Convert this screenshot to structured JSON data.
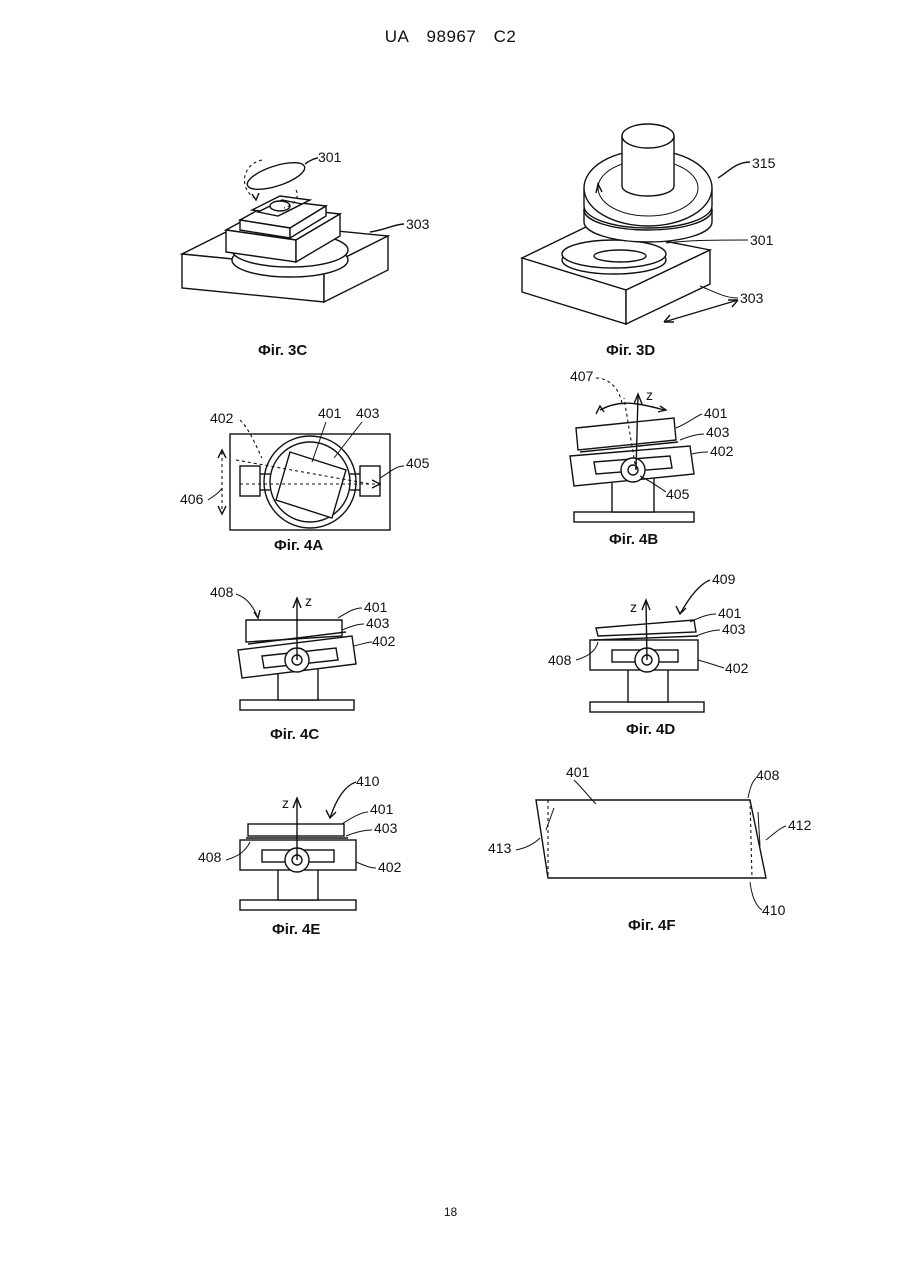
{
  "header": {
    "office": "UA",
    "number": "98967",
    "kind": "C2"
  },
  "page_number": "18",
  "figures": {
    "fig3c": {
      "caption": "Фіг. 3С",
      "labels": {
        "l301": "301",
        "l303": "303"
      }
    },
    "fig3d": {
      "caption": "Фіг. 3D",
      "labels": {
        "l315": "315",
        "l301": "301",
        "l303": "303"
      }
    },
    "fig4a": {
      "caption": "Фіг. 4А",
      "labels": {
        "l402": "402",
        "l401": "401",
        "l403": "403",
        "l405": "405",
        "l406": "406"
      }
    },
    "fig4b": {
      "caption": "Фіг. 4В",
      "labels": {
        "l407": "407",
        "lz": "z",
        "l401": "401",
        "l403": "403",
        "l402": "402",
        "l405": "405"
      }
    },
    "fig4c": {
      "caption": "Фіг. 4С",
      "labels": {
        "l408": "408",
        "lz": "z",
        "l401": "401",
        "l403": "403",
        "l402": "402"
      }
    },
    "fig4d": {
      "caption": "Фіг. 4D",
      "labels": {
        "l409": "409",
        "lz": "z",
        "l401": "401",
        "l403": "403",
        "l408": "408",
        "l402": "402"
      }
    },
    "fig4e": {
      "caption": "Фіг. 4Е",
      "labels": {
        "l410": "410",
        "lz": "z",
        "l401": "401",
        "l403": "403",
        "l408": "408",
        "l402": "402"
      }
    },
    "fig4f": {
      "caption": "Фіг. 4F",
      "labels": {
        "l401": "401",
        "l408": "408",
        "l413": "413",
        "l412": "412",
        "l410": "410"
      }
    }
  }
}
